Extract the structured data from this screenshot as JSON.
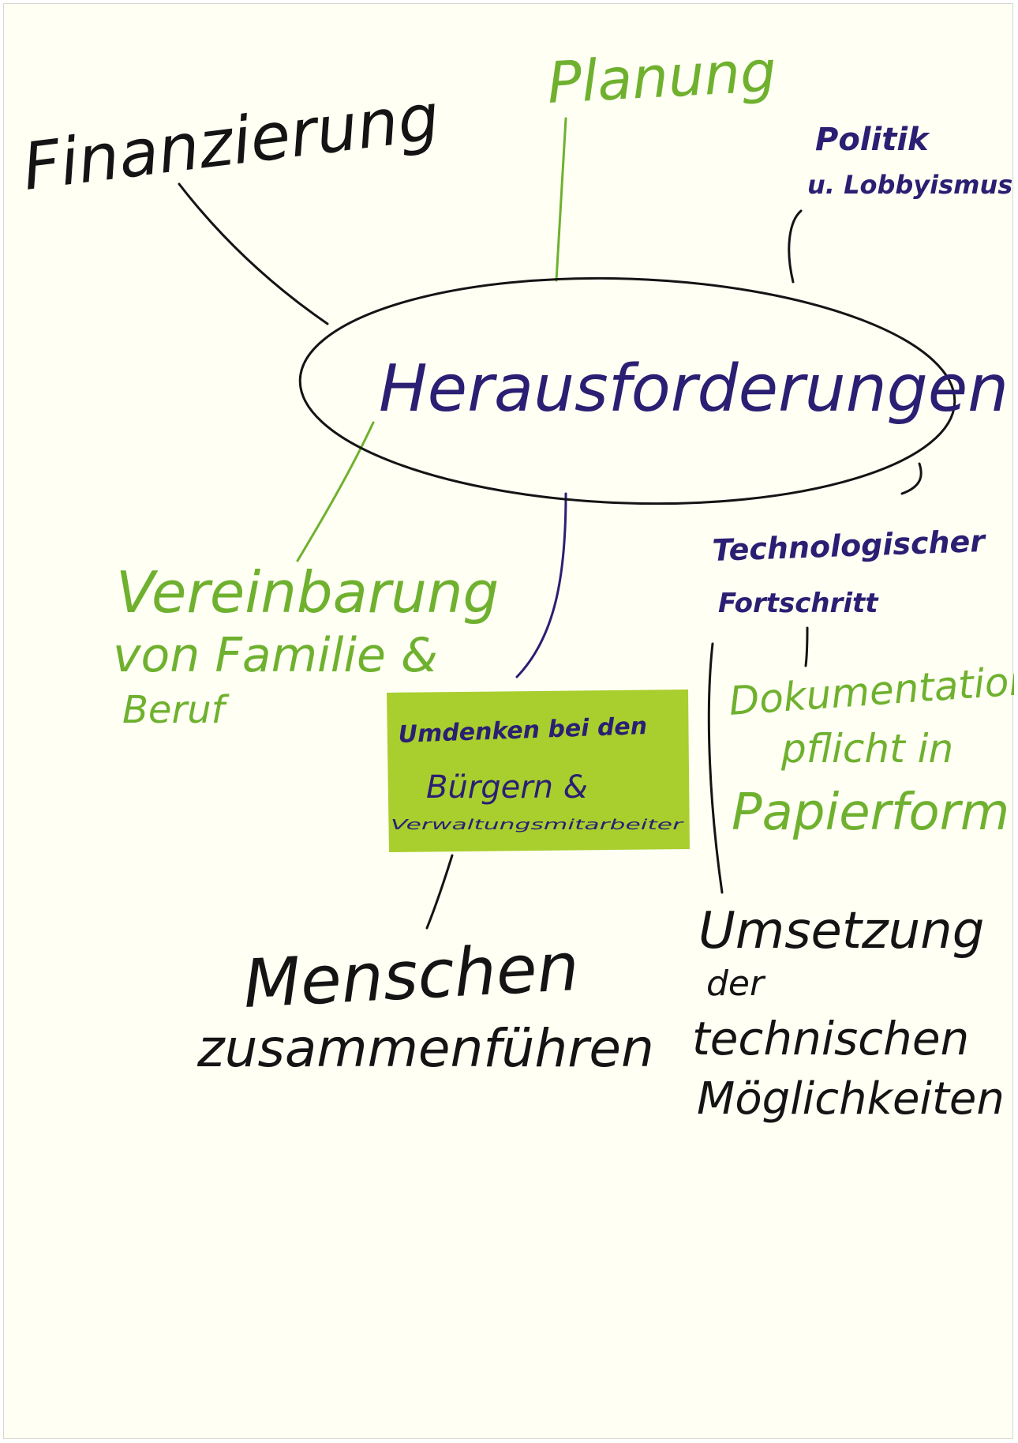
{
  "colors": {
    "background": "#fffff4",
    "black_ink": "#141414",
    "green_ink": "#6fb12f",
    "blue_ink": "#2b1f73",
    "sticky_note": "#a8cf2e"
  },
  "center": {
    "label": "Herausforderungen"
  },
  "nodes": {
    "finanzierung": "Finanzierung",
    "planung": "Planung",
    "politik_line1": "Politik",
    "politik_line2": "u. Lobbyismus",
    "vereinbarung_line1": "Vereinbarung",
    "vereinbarung_line2": "von Familie &",
    "vereinbarung_line3": "Beruf",
    "technologischer_line1": "Technologischer",
    "technologischer_line2": "Fortschritt",
    "dokumentation_line1": "Dokumentations-",
    "dokumentation_line2": "pflicht in",
    "dokumentation_line3": "Papierform",
    "umsetzung_line1": "Umsetzung",
    "umsetzung_line2": "der",
    "umsetzung_line3": "technischen",
    "umsetzung_line4": "Möglichkeiten",
    "menschen_line1": "Menschen",
    "menschen_line2": "zusammenführen"
  },
  "sticky_note": {
    "line1": "Umdenken bei den",
    "line2": "Bürgern &",
    "line3": "Verwaltungsmitarbeiter"
  }
}
